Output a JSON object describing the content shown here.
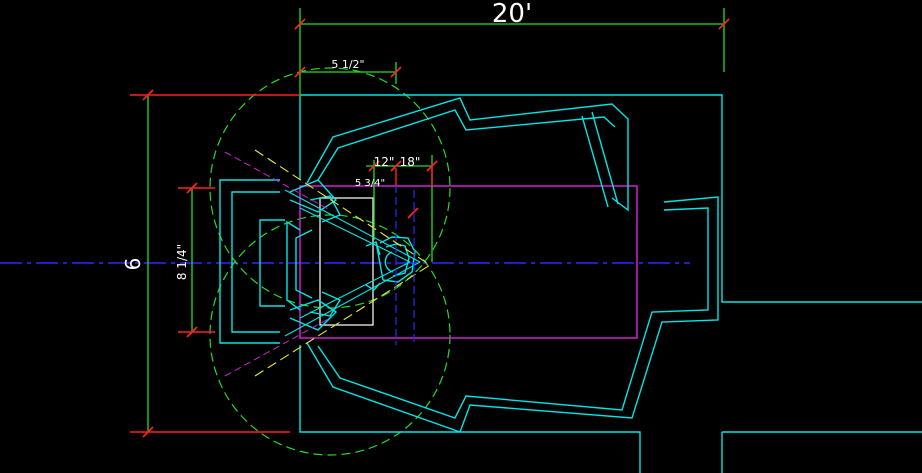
{
  "drawing": {
    "dimensions": {
      "overall_width": "20'",
      "offset_top": "5 1/2\"",
      "height_outer": "6",
      "height_inner": "8 1/4\"",
      "gap_a": "12\"",
      "gap_b": "18\"",
      "small_offset": "5 3/4\""
    }
  },
  "colors": {
    "background": "#000000",
    "walls": "#00e5e5",
    "dimension_lines": "#ff2020",
    "extension_lines": "#22dd22",
    "centerline": "#2a2aff",
    "rectangle": "#d020d0",
    "text": "#ffffff",
    "yellow": "#e8e830",
    "white_box": "#f0f0f0"
  }
}
